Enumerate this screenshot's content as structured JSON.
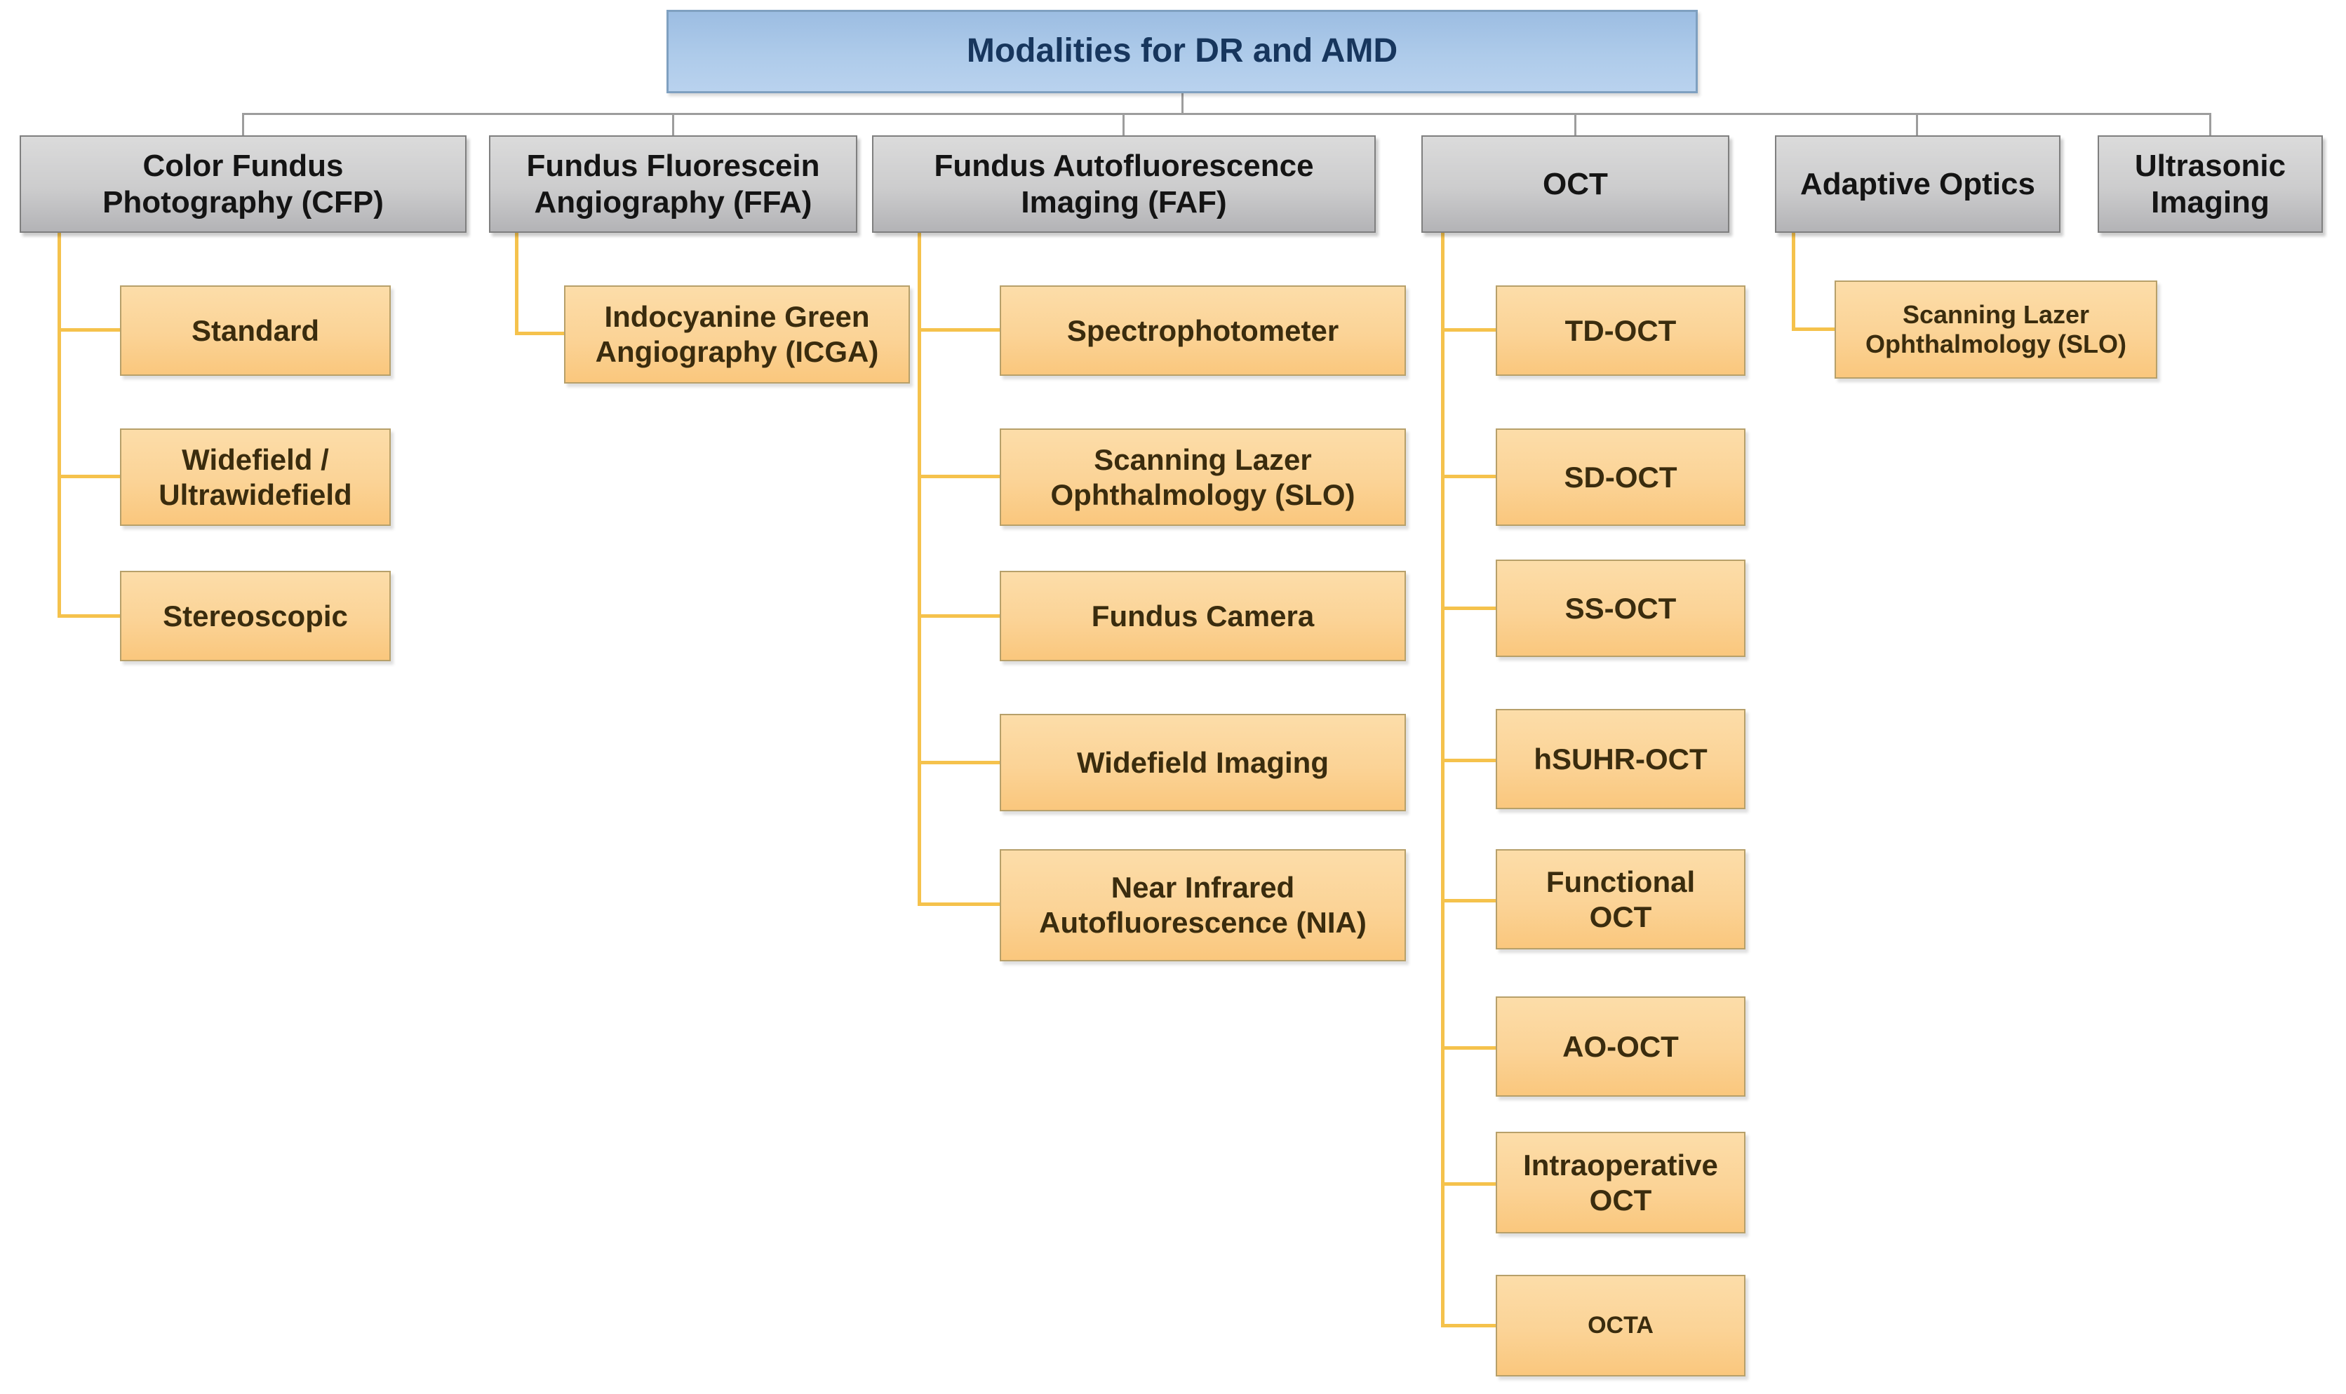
{
  "root": {
    "label": "Modalities for DR and AMD"
  },
  "branches": [
    {
      "id": "cfp",
      "label": "Color Fundus\nPhotography (CFP)",
      "children": [
        {
          "label": "Standard"
        },
        {
          "label": "Widefield /\nUltrawidefield"
        },
        {
          "label": "Stereoscopic"
        }
      ]
    },
    {
      "id": "ffa",
      "label": "Fundus Fluorescein\nAngiography (FFA)",
      "children": [
        {
          "label": "Indocyanine Green\nAngiography (ICGA)"
        }
      ]
    },
    {
      "id": "faf",
      "label": "Fundus Autofluorescence\nImaging (FAF)",
      "children": [
        {
          "label": "Spectrophotometer"
        },
        {
          "label": "Scanning Lazer\nOphthalmology (SLO)"
        },
        {
          "label": "Fundus Camera"
        },
        {
          "label": "Widefield Imaging"
        },
        {
          "label": "Near Infrared\nAutofluorescence (NIA)"
        }
      ]
    },
    {
      "id": "oct",
      "label": "OCT",
      "children": [
        {
          "label": "TD-OCT"
        },
        {
          "label": "SD-OCT"
        },
        {
          "label": "SS-OCT"
        },
        {
          "label": "hSUHR-OCT"
        },
        {
          "label": "Functional\nOCT"
        },
        {
          "label": "AO-OCT"
        },
        {
          "label": "Intraoperative\nOCT"
        },
        {
          "label": "OCTA"
        }
      ]
    },
    {
      "id": "adaptive-optics",
      "label": "Adaptive Optics",
      "children": [
        {
          "label": "Scanning Lazer\nOphthalmology (SLO)"
        }
      ]
    },
    {
      "id": "ultrasonic",
      "label": "Ultrasonic\nImaging",
      "children": []
    }
  ],
  "colors": {
    "root_fill_top": "#9cbde2",
    "root_fill_bottom": "#b9d2ee",
    "root_text": "#17365d",
    "header_fill_top": "#dbdbdb",
    "header_fill_bottom": "#b3b3b6",
    "header_text": "#141414",
    "child_fill_top": "#fcdda9",
    "child_fill_bottom": "#fac77d",
    "child_text": "#3a2c0e",
    "connector_gray": "#9d9d9d",
    "connector_yellow": "#f5c24c"
  }
}
